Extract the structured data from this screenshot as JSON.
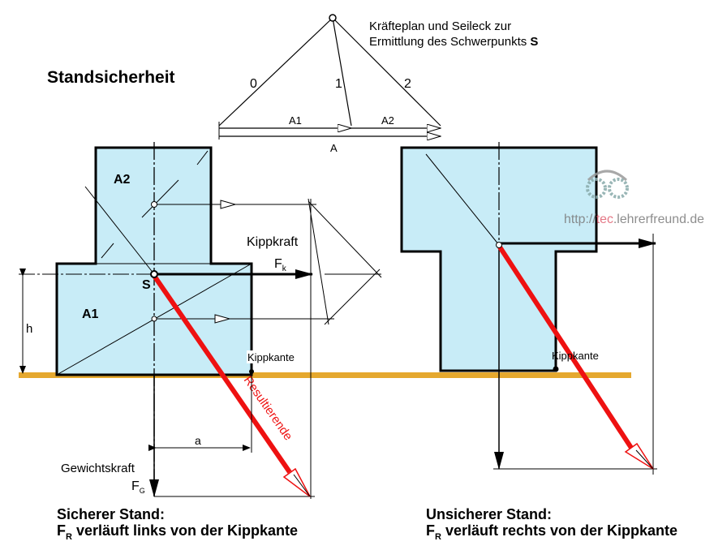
{
  "title": "Standsicherheit",
  "force_plan": {
    "caption_line1": "Kräfteplan und Seileck zur",
    "caption_line2": "Ermittlung des Schwerpunkts ",
    "caption_bold": "S",
    "ray_labels": [
      "0",
      "1",
      "2"
    ],
    "vector_labels": [
      "A1",
      "A2",
      "A"
    ]
  },
  "left": {
    "area_labels": [
      "A2",
      "A1"
    ],
    "centroid_label": "S",
    "height_label": "h",
    "tipping_force_label": "Kippkraft",
    "tipping_force_symbol": "F",
    "tipping_force_sub": "k",
    "tipping_edge_label": "Kippkante",
    "resultant_label": "Resultierende",
    "lever_label": "a",
    "weight_label": "Gewichtskraft",
    "weight_symbol": "F",
    "weight_sub": "G",
    "caption_line1": "Sicherer Stand:",
    "caption_symbol": "F",
    "caption_sub": "R",
    "caption_line2": " verläuft links von der Kippkante"
  },
  "right": {
    "tipping_edge_label": "Kippkante",
    "caption_line1": "Unsicherer Stand:",
    "caption_symbol": "F",
    "caption_sub": "R",
    "caption_line2": " verläuft rechts von der Kippkante"
  },
  "watermark": {
    "prefix": "http://",
    "highlight": "tec",
    "suffix": ".lehrerfreund.de"
  },
  "colors": {
    "body_fill": "#c8ecf7",
    "ground": "#e5a82e",
    "resultant": "#ee1111",
    "watermark": "#7a7a7a"
  }
}
